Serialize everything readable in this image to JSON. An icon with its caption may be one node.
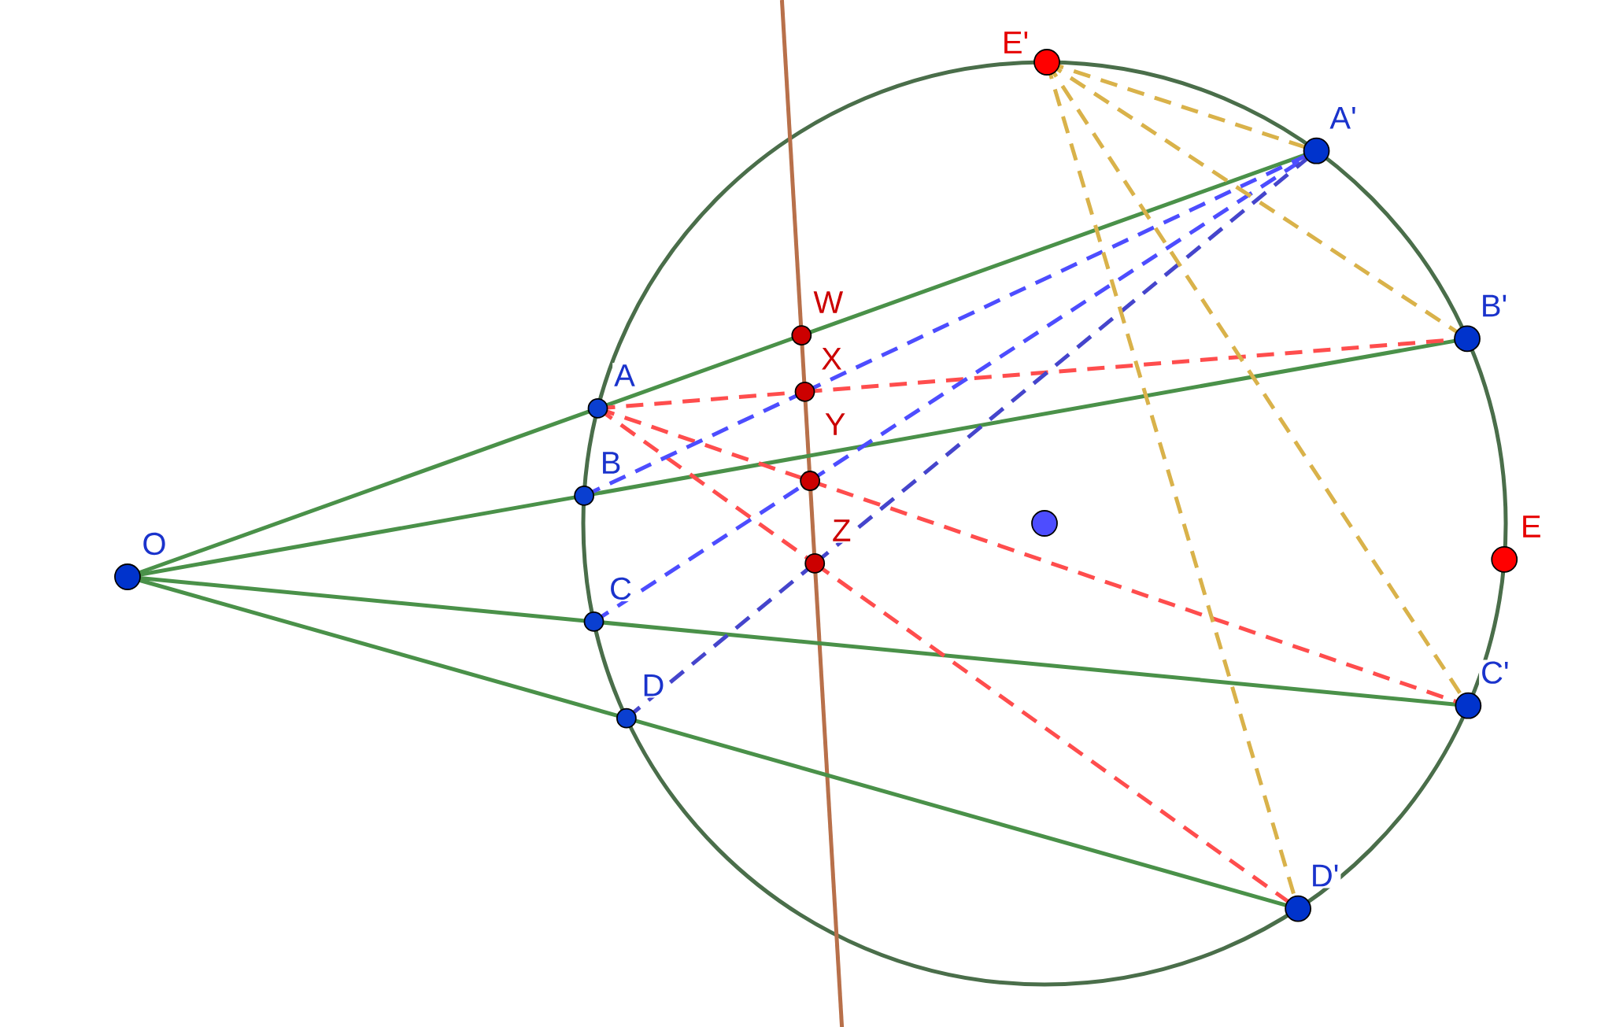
{
  "diagram": {
    "nodes": [
      {
        "text": [
          "O"
        ]
      },
      {
        "text": [
          "A"
        ]
      },
      {
        "text": [
          "B"
        ]
      },
      {
        "text": [
          "C"
        ]
      },
      {
        "text": [
          "D"
        ]
      },
      {
        "text": [
          "A'"
        ]
      },
      {
        "text": [
          "B'"
        ]
      },
      {
        "text": [
          "C'"
        ]
      },
      {
        "text": [
          "D'"
        ]
      },
      {
        "text": [
          "E"
        ]
      },
      {
        "text": [
          "E'"
        ]
      },
      {
        "text": [
          "W"
        ]
      },
      {
        "text": [
          "X"
        ]
      },
      {
        "text": [
          "Y"
        ]
      },
      {
        "text": [
          "Z"
        ]
      },
      {
        "text": [],
        "shape": "circle"
      }
    ],
    "edges": [
      {
        "from": 0,
        "to": 1,
        "arrow": "none",
        "color": "#4a9149"
      },
      {
        "from": 1,
        "to": 11,
        "arrow": "none",
        "color": "#4a9149"
      },
      {
        "from": 11,
        "to": 5,
        "arrow": "none",
        "color": "#4a9149"
      },
      {
        "from": 0,
        "to": 2,
        "arrow": "none",
        "color": "#4a9149"
      },
      {
        "from": 2,
        "to": 6,
        "arrow": "none",
        "color": "#4a9149"
      },
      {
        "from": 0,
        "to": 3,
        "arrow": "none",
        "color": "#4a9149"
      },
      {
        "from": 3,
        "to": 7,
        "arrow": "none",
        "color": "#4a9149"
      },
      {
        "from": 0,
        "to": 4,
        "arrow": "none",
        "color": "#4a9149"
      },
      {
        "from": 4,
        "to": 8,
        "arrow": "none",
        "color": "#4a9149"
      },
      {
        "from": 1,
        "to": 12,
        "arrow": "none",
        "style": "dashed",
        "color": "#ff4d4d"
      },
      {
        "from": 12,
        "to": 6,
        "arrow": "none",
        "style": "dashed",
        "color": "#ff4d4d"
      },
      {
        "from": 1,
        "to": 13,
        "arrow": "none",
        "style": "dashed",
        "color": "#ff4d4d"
      },
      {
        "from": 13,
        "to": 7,
        "arrow": "none",
        "style": "dashed",
        "color": "#ff4d4d"
      },
      {
        "from": 1,
        "to": 14,
        "arrow": "none",
        "style": "dashed",
        "color": "#ff4d4d"
      },
      {
        "from": 14,
        "to": 8,
        "arrow": "none",
        "style": "dashed",
        "color": "#ff4d4d"
      },
      {
        "from": 2,
        "to": 12,
        "arrow": "none",
        "style": "dashed",
        "color": "#4d4dff"
      },
      {
        "from": 12,
        "to": 5,
        "arrow": "none",
        "style": "dashed",
        "color": "#4d4dff"
      },
      {
        "from": 3,
        "to": 13,
        "arrow": "none",
        "style": "dashed",
        "color": "#4d4dff"
      },
      {
        "from": 13,
        "to": 5,
        "arrow": "none",
        "style": "dashed",
        "color": "#4d4dff"
      },
      {
        "from": 4,
        "to": 14,
        "arrow": "none",
        "style": "dashed",
        "color": "#4545cc"
      },
      {
        "from": 14,
        "to": 5,
        "arrow": "none",
        "style": "dashed",
        "color": "#4545cc"
      },
      {
        "from": 10,
        "to": 5,
        "arrow": "none",
        "style": "dashed",
        "color": "#d9b24a"
      },
      {
        "from": 10,
        "to": 6,
        "arrow": "none",
        "style": "dashed",
        "color": "#d9b24a"
      },
      {
        "from": 10,
        "to": 7,
        "arrow": "none",
        "style": "dashed",
        "color": "#d9b24a"
      },
      {
        "from": 10,
        "to": 8,
        "arrow": "none",
        "style": "dashed",
        "color": "#d9b24a"
      }
    ]
  }
}
